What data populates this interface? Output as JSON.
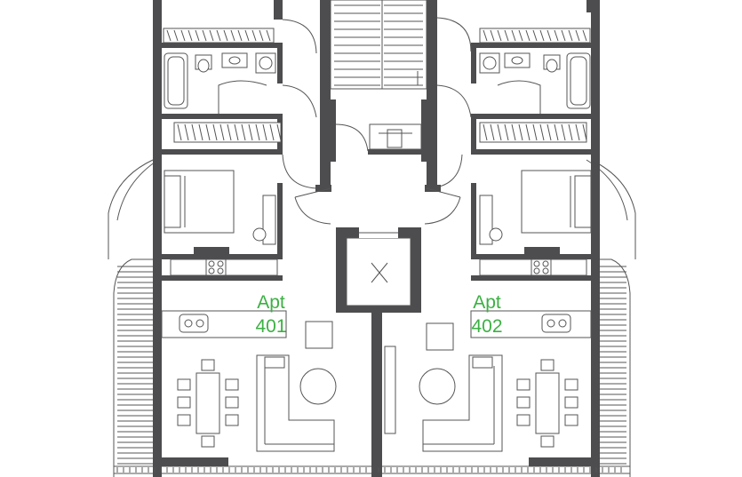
{
  "plan": {
    "apartments": [
      {
        "line1": "Apt",
        "line2": "401"
      },
      {
        "line1": "Apt",
        "line2": "402"
      }
    ],
    "colors": {
      "label": "#3cb043",
      "wall": "#4d4d4f",
      "line": "#555555"
    }
  }
}
